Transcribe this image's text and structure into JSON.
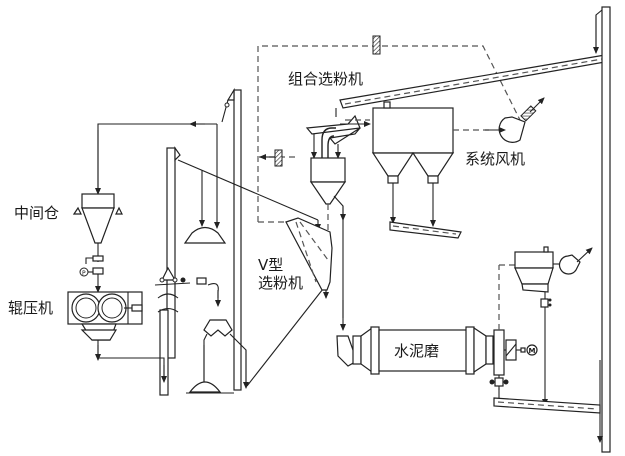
{
  "diagram": {
    "title": "",
    "labels": {
      "combined_separator": "组合选粉机",
      "system_fan": "系统风机",
      "intermediate_bin": "中间仓",
      "v_separator_line1": "V型",
      "v_separator_line2": "选粉机",
      "roller_press": "辊压机",
      "cement_mill": "水泥磨"
    },
    "components": [
      {
        "id": "intermediate_bin",
        "type": "hopper",
        "label_key": "intermediate_bin"
      },
      {
        "id": "roller_press",
        "type": "roller-press",
        "label_key": "roller_press"
      },
      {
        "id": "bucket-elevator-left",
        "type": "bucket-elevator"
      },
      {
        "id": "bucket-elevator-mid",
        "type": "bucket-elevator"
      },
      {
        "id": "v_separator",
        "type": "v-separator",
        "label_key": "v_separator_line1"
      },
      {
        "id": "combined_separator",
        "type": "cyclone-separator",
        "label_key": "combined_separator"
      },
      {
        "id": "bag_filter",
        "type": "dust-collector"
      },
      {
        "id": "system_fan",
        "type": "fan",
        "label_key": "system_fan"
      },
      {
        "id": "cement_mill",
        "type": "ball-mill",
        "label_key": "cement_mill"
      },
      {
        "id": "mill_dust_collector",
        "type": "dust-collector"
      },
      {
        "id": "mill_fan",
        "type": "fan"
      },
      {
        "id": "motor",
        "type": "motor",
        "symbol": "M"
      },
      {
        "id": "right_elevator",
        "type": "bucket-elevator"
      }
    ],
    "flows": [
      {
        "from": "bucket-elevator-left",
        "to": "intermediate_bin",
        "style": "solid"
      },
      {
        "from": "intermediate_bin",
        "to": "roller_press",
        "style": "solid"
      },
      {
        "from": "roller_press",
        "to": "bucket-elevator-mid",
        "style": "solid"
      },
      {
        "from": "bucket-elevator-mid",
        "to": "v_separator",
        "style": "solid"
      },
      {
        "from": "v_separator",
        "to": "combined_separator",
        "style": "dashed"
      },
      {
        "from": "combined_separator",
        "to": "bag_filter",
        "style": "dashed"
      },
      {
        "from": "bag_filter",
        "to": "system_fan",
        "style": "dashed"
      },
      {
        "from": "combined_separator",
        "to": "cement_mill",
        "style": "solid"
      },
      {
        "from": "cement_mill",
        "to": "right_elevator",
        "style": "solid"
      },
      {
        "from": "right_elevator",
        "to": "combined_separator",
        "style": "solid"
      }
    ],
    "motor_symbol": "M",
    "pump_symbol": "P"
  }
}
